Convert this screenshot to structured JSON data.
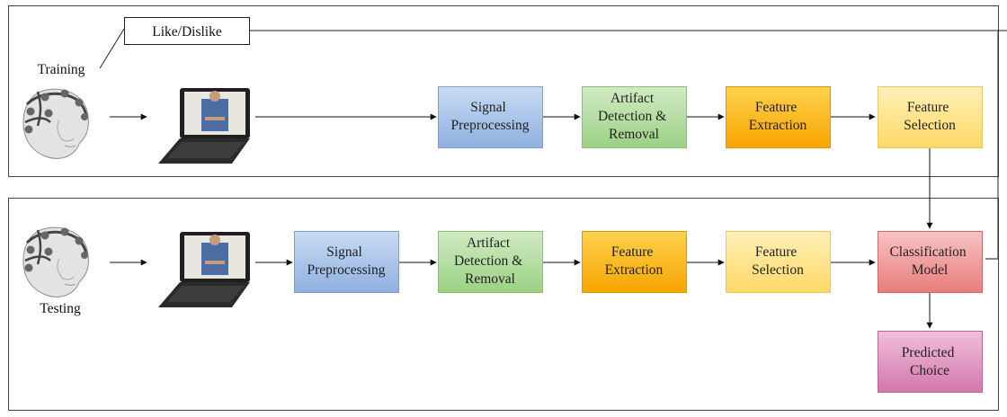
{
  "feedback_label": "Like/Dislike",
  "training": {
    "label": "Training",
    "steps": {
      "signal": [
        "Signal",
        "Preprocessing"
      ],
      "artifact": [
        "Artifact",
        "Detection &",
        "Removal"
      ],
      "extraction": [
        "Feature",
        "Extraction"
      ],
      "selection": [
        "Feature",
        "Selection"
      ]
    }
  },
  "testing": {
    "label": "Testing",
    "steps": {
      "signal": [
        "Signal",
        "Preprocessing"
      ],
      "artifact": [
        "Artifact",
        "Detection &",
        "Removal"
      ],
      "extraction": [
        "Feature",
        "Extraction"
      ],
      "selection": [
        "Feature",
        "Selection"
      ],
      "classification": [
        "Classification",
        "Model"
      ],
      "predicted": [
        "Predicted",
        "Choice"
      ]
    }
  },
  "colors": {
    "signal": "#a9c4ea",
    "artifact": "#b5dea3",
    "extraction": "#ffc000",
    "selection": "#ffe699",
    "classification": "#f4a3a3",
    "predicted": "#e59bc4"
  }
}
